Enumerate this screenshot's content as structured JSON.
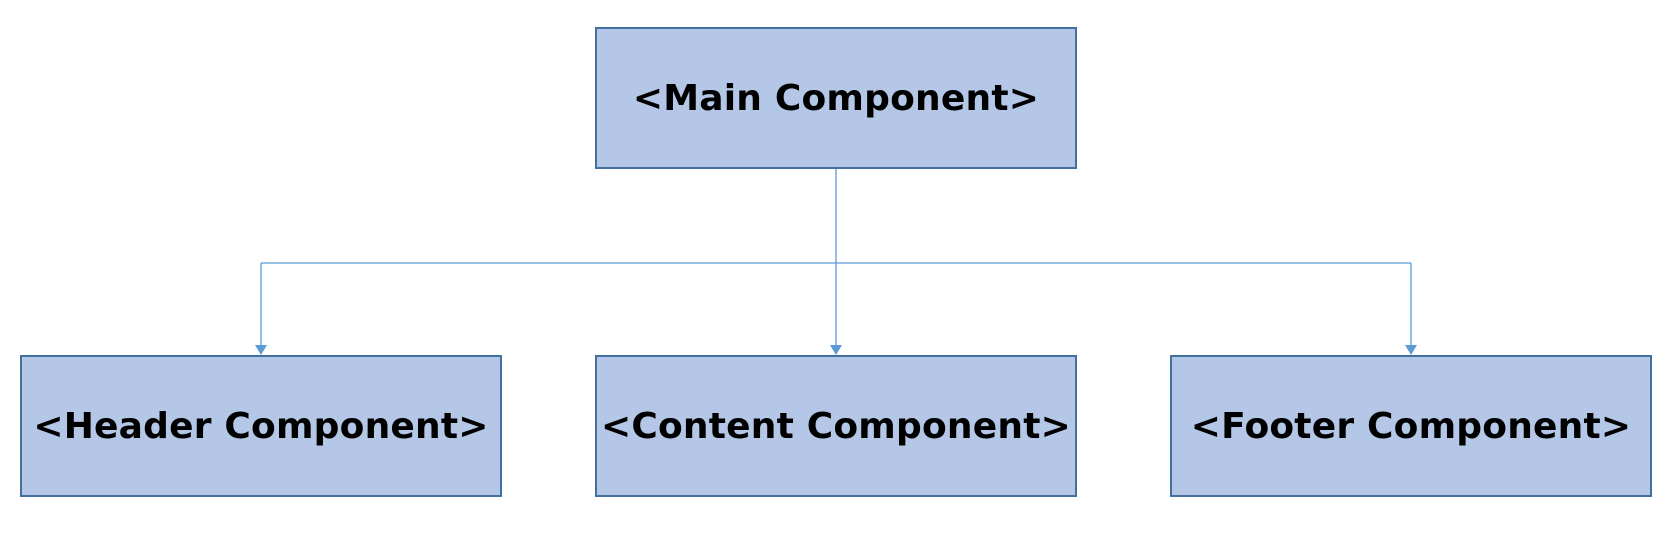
{
  "diagram": {
    "type": "component-tree",
    "colors": {
      "node_fill": "#b4c7e7",
      "node_border": "#41719c",
      "connector": "#5b9bd5",
      "text": "#000000"
    },
    "root": {
      "label": "<Main Component>"
    },
    "children": [
      {
        "label": "<Header Component>"
      },
      {
        "label": "<Content Component>"
      },
      {
        "label": "<Footer Component>"
      }
    ]
  }
}
